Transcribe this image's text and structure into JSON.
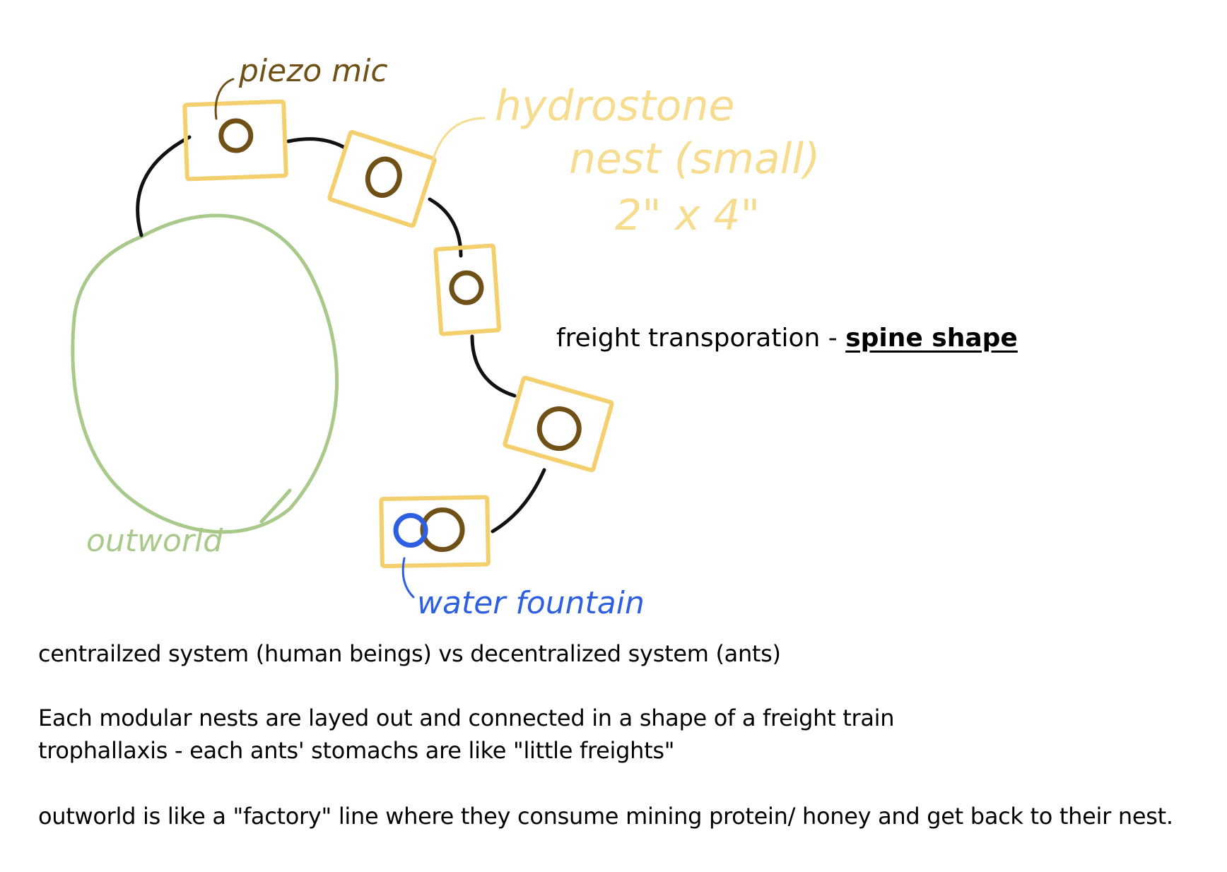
{
  "labels": {
    "piezo_mic": "piezo mic",
    "nest_line1": "hydrostone",
    "nest_line2": "nest (small)",
    "nest_line3": "2\" x 4\"",
    "outworld": "outworld",
    "water_fountain": "water fountain"
  },
  "heading": {
    "prefix": "freight transporation - ",
    "emphasis": "spine shape"
  },
  "notes": [
    "centrailzed system (human beings) vs decentralized system (ants)",
    "Each modular nests are layed out and connected in a shape of a freight train",
    "trophallaxis - each ants' stomachs are like \"little freights\"",
    "outworld is like a \"factory\" line where they consume mining protein/ honey and get back to their nest."
  ],
  "colors": {
    "nest": "#f4cf6e",
    "nest_hole": "#6f5016",
    "tube": "#111111",
    "outworld": "#a8c98a",
    "water": "#2d5fe0",
    "mic_label": "#6f5016",
    "nest_label": "#f6dc8e"
  }
}
